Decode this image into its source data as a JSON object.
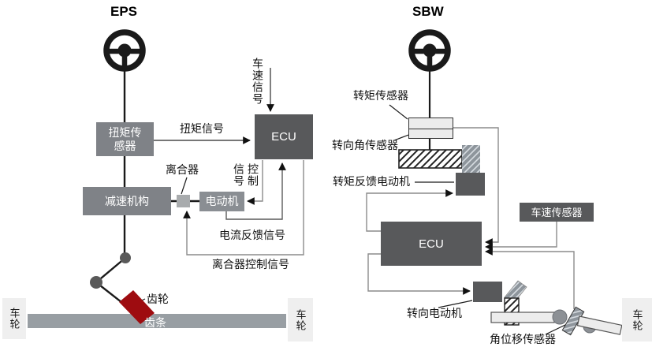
{
  "colors": {
    "box_gray": "#7f8287",
    "box_dark": "#58595b",
    "box_motor": "#8a8e93",
    "clutch_gray": "#a8abad",
    "rack_gray": "#989ea3",
    "wheel_box_gray": "#efefef",
    "sensor_light": "#ececec",
    "gear_red": "#9e0c10",
    "signal_line_gray": "#8c8c8c",
    "mech_line_dark": "#1a1a1a"
  },
  "eps": {
    "title": "EPS",
    "torque_sensor_box": "扭矩传感器",
    "reducer_box": "减速机构",
    "ecu_box": "ECU",
    "motor_box": "电动机",
    "clutch_label": "离合器",
    "torque_signal_label": "扭矩信号",
    "speed_signal_label": "车速信号",
    "control_label_left_col": "信号",
    "control_label_right_col": "控制",
    "current_feedback_label": "电流反馈信号",
    "clutch_control_label": "离合器控制信号",
    "gear_label": "齿轮",
    "rack_label": "齿条",
    "wheel_left_label": "车轮",
    "wheel_right_label": "车轮"
  },
  "sbw": {
    "title": "SBW",
    "torque_sensor_label": "转矩传感器",
    "angle_sensor_label": "转向角传感器",
    "feedback_motor_label": "转矩反馈电动机",
    "speed_sensor_box": "车速传感器",
    "ecu_box": "ECU",
    "steering_motor_label": "转向电动机",
    "angular_sensor_label": "角位移传感器",
    "wheel_label": "车轮"
  }
}
